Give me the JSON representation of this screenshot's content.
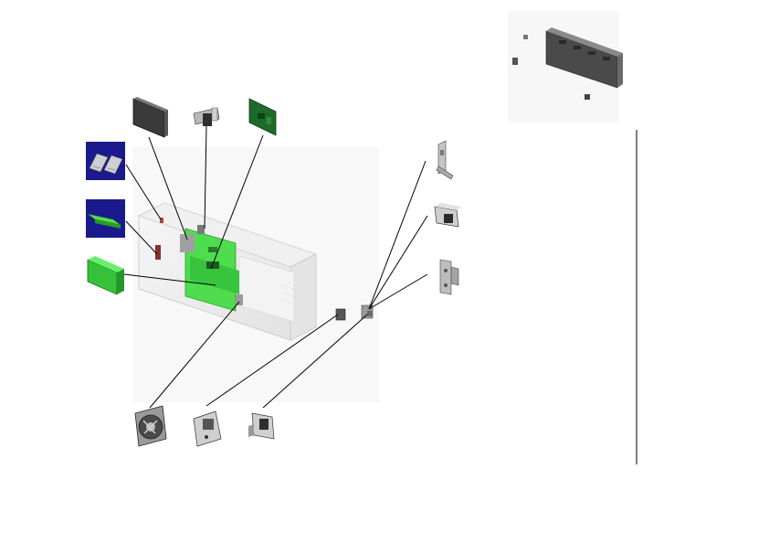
{
  "diagram": {
    "kind": "exploded-view",
    "labels": [],
    "callout_parts": [
      "display-panel",
      "metal-bracket",
      "daughter-board",
      "memory-modules",
      "memory-card",
      "battery-pack",
      "cooling-fan",
      "drive-bracket-left",
      "drive-bracket-right",
      "vertical-bracket",
      "connector-housing",
      "mounting-plate"
    ],
    "colors": {
      "board_green": "#35c23a",
      "board_dark_green": "#1d6b2a",
      "highlight_green": "#4fe04f",
      "badge_blue": "#1a1a8c",
      "metal_gray": "#a9a9a9",
      "dark_panel": "#3a3a3a",
      "chassis": "#ececec",
      "leader_line": "#000000"
    }
  }
}
